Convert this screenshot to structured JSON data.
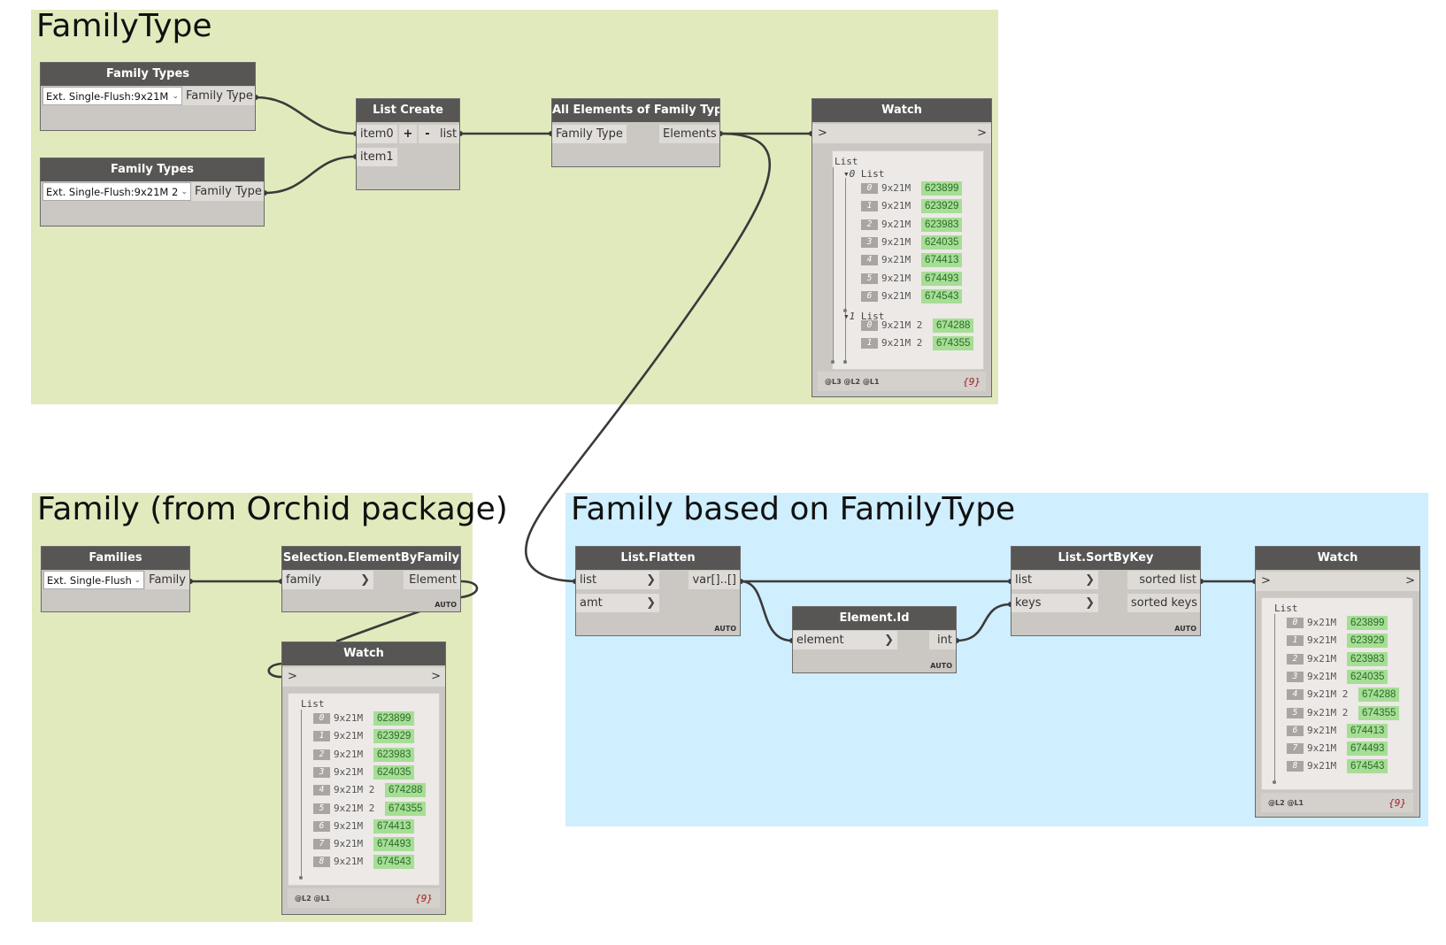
{
  "groups": {
    "familytype": "FamilyType",
    "family": "Family (from Orchid package)",
    "based": "Family based on FamilyType"
  },
  "nodes": {
    "ft1": {
      "header": "Family Types",
      "dropdown": "Ext. Single-Flush:9x21M",
      "out": "Family Type"
    },
    "ft2": {
      "header": "Family Types",
      "dropdown": "Ext. Single-Flush:9x21M 2",
      "out": "Family Type"
    },
    "listcreate": {
      "header": "List Create",
      "in0": "item0",
      "in1": "item1",
      "plus": "+",
      "minus": "-",
      "out": "list"
    },
    "allelem": {
      "header": "All Elements of Family Type",
      "in": "Family Type",
      "out": "Elements"
    },
    "families": {
      "header": "Families",
      "dropdown": "Ext. Single-Flush",
      "out": "Family"
    },
    "selfam": {
      "header": "Selection.ElementByFamily",
      "in": "family",
      "out": "Element",
      "auto": "AUTO"
    },
    "flatten": {
      "header": "List.Flatten",
      "in0": "list",
      "in1": "amt",
      "out": "var[]..[]",
      "auto": "AUTO"
    },
    "elemid": {
      "header": "Element.Id",
      "in": "element",
      "out": "int",
      "auto": "AUTO"
    },
    "sortbykey": {
      "header": "List.SortByKey",
      "in0": "list",
      "in1": "keys",
      "out0": "sorted list",
      "out1": "sorted keys",
      "auto": "AUTO"
    }
  },
  "watches": {
    "w1": {
      "header": "Watch",
      "in": ">",
      "out": ">",
      "root": "List",
      "sublists": [
        {
          "idx": "0",
          "label": "List",
          "items": [
            {
              "i": "0",
              "name": "9x21M",
              "value": "623899"
            },
            {
              "i": "1",
              "name": "9x21M",
              "value": "623929"
            },
            {
              "i": "2",
              "name": "9x21M",
              "value": "623983"
            },
            {
              "i": "3",
              "name": "9x21M",
              "value": "624035"
            },
            {
              "i": "4",
              "name": "9x21M",
              "value": "674413"
            },
            {
              "i": "5",
              "name": "9x21M",
              "value": "674493"
            },
            {
              "i": "6",
              "name": "9x21M",
              "value": "674543"
            }
          ]
        },
        {
          "idx": "1",
          "label": "List",
          "items": [
            {
              "i": "0",
              "name": "9x21M 2",
              "value": "674288"
            },
            {
              "i": "1",
              "name": "9x21M 2",
              "value": "674355"
            }
          ]
        }
      ],
      "levels": "@L3 @L2 @L1",
      "count": "{9}"
    },
    "w2": {
      "header": "Watch",
      "in": ">",
      "out": ">",
      "root": "List",
      "items": [
        {
          "i": "0",
          "name": "9x21M",
          "value": "623899"
        },
        {
          "i": "1",
          "name": "9x21M",
          "value": "623929"
        },
        {
          "i": "2",
          "name": "9x21M",
          "value": "623983"
        },
        {
          "i": "3",
          "name": "9x21M",
          "value": "624035"
        },
        {
          "i": "4",
          "name": "9x21M 2",
          "value": "674288"
        },
        {
          "i": "5",
          "name": "9x21M 2",
          "value": "674355"
        },
        {
          "i": "6",
          "name": "9x21M",
          "value": "674413"
        },
        {
          "i": "7",
          "name": "9x21M",
          "value": "674493"
        },
        {
          "i": "8",
          "name": "9x21M",
          "value": "674543"
        }
      ],
      "levels": "@L2 @L1",
      "count": "{9}"
    },
    "w3": {
      "header": "Watch",
      "in": ">",
      "out": ">",
      "root": "List",
      "items": [
        {
          "i": "0",
          "name": "9x21M",
          "value": "623899"
        },
        {
          "i": "1",
          "name": "9x21M",
          "value": "623929"
        },
        {
          "i": "2",
          "name": "9x21M",
          "value": "623983"
        },
        {
          "i": "3",
          "name": "9x21M",
          "value": "624035"
        },
        {
          "i": "4",
          "name": "9x21M 2",
          "value": "674288"
        },
        {
          "i": "5",
          "name": "9x21M 2",
          "value": "674355"
        },
        {
          "i": "6",
          "name": "9x21M",
          "value": "674413"
        },
        {
          "i": "7",
          "name": "9x21M",
          "value": "674493"
        },
        {
          "i": "8",
          "name": "9x21M",
          "value": "674543"
        }
      ],
      "levels": "@L2 @L1",
      "count": "{9}"
    }
  }
}
